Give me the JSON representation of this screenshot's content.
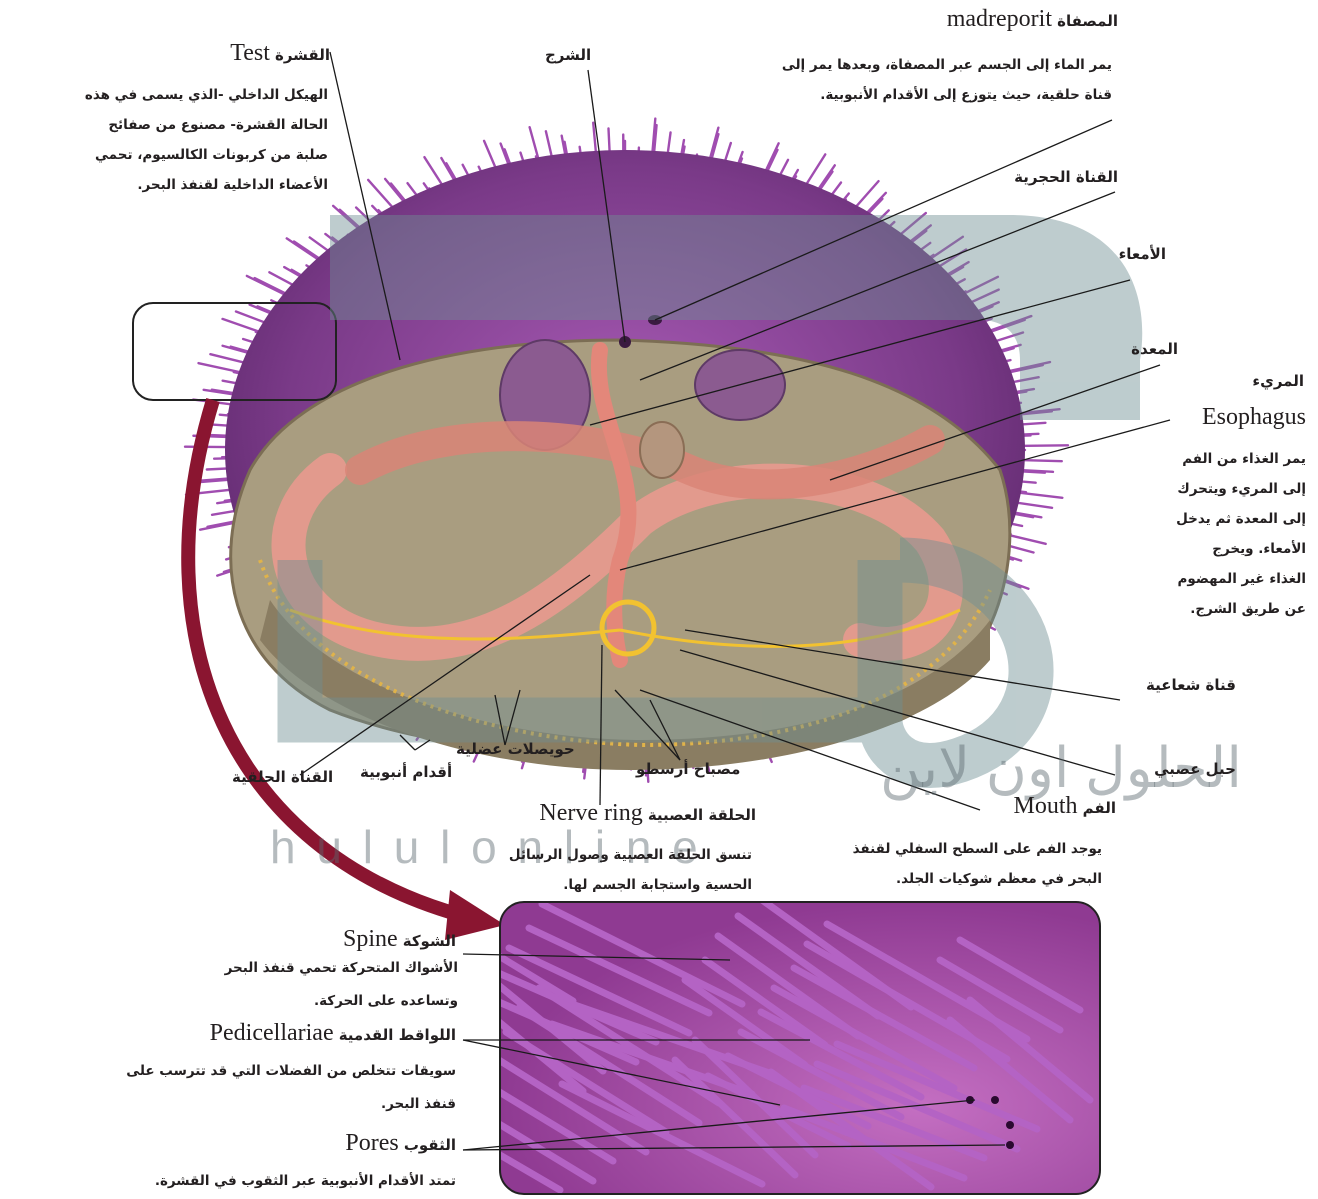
{
  "labels": {
    "madreporite": {
      "ar": "المصفاة",
      "en": "madreporit",
      "desc": [
        "يمر الماء إلى الجسم عبر المصفاة، وبعدها يمر إلى",
        "قناة حلقية، حيث يتوزع إلى الأقدام الأنبوبية."
      ]
    },
    "test": {
      "ar": "القشرة",
      "en": "Test",
      "desc": [
        "الهيكل الداخلي -الذي يسمى في هذه",
        "الحالة القشرة- مصنوع من صفائح",
        "صلبة من كربونات الكالسيوم، تحمي",
        "الأعضاء الداخلية لقنفذ البحر."
      ]
    },
    "anus": {
      "ar": "الشرج"
    },
    "stone_canal": {
      "ar": "القناة الحجرية"
    },
    "intestine": {
      "ar": "الأمعاء"
    },
    "stomach": {
      "ar": "المعدة"
    },
    "esophagus": {
      "ar": "المريء",
      "en": "Esophagus",
      "desc": [
        "يمر الغذاء من الفم",
        "إلى المريء ويتحرك",
        "إلى المعدة ثم يدخل",
        "الأمعاء. ويخرج",
        "الغذاء غير المهضوم",
        "عن طريق الشرج."
      ]
    },
    "radial_canal": {
      "ar": "قناة شعاعية"
    },
    "nerve_cord": {
      "ar": "حبل عصبي"
    },
    "mouth": {
      "ar": "الفم",
      "en": "Mouth",
      "desc": [
        "يوجد الفم على السطح السفلي لقنفذ",
        "البحر في معظم شوكيات الجلد."
      ]
    },
    "nerve_ring": {
      "ar": "الحلقة العصبية",
      "en": "Nerve ring",
      "desc": [
        "تنسق الحلقة العصبية وصول الرسائل",
        "الحسية واستجابة الجسم لها."
      ]
    },
    "lantern": {
      "ar": "مصباح أرسطو"
    },
    "ampullae": {
      "ar": "حويصلات عضلية"
    },
    "tube_feet": {
      "ar": "أقدام أنبوبية"
    },
    "ring_canal": {
      "ar": "القناة الحلقية"
    },
    "spine": {
      "ar": "الشوكة",
      "en": "Spine",
      "desc": [
        "الأشواك المتحركة تحمي قنفذ البحر",
        "وتساعده على الحركة."
      ]
    },
    "pedicellariae": {
      "ar": "اللواقط القدمية",
      "en": "Pedicellariae",
      "desc": [
        "سويقات تتخلص من الفضلات التي قد تترسب على",
        "قنفذ البحر."
      ]
    },
    "pores": {
      "ar": "الثقوب",
      "en": "Pores",
      "desc": [
        "تمتد الأقدام الأنبوبية عبر الثقوب في القشرة."
      ]
    }
  },
  "watermark": {
    "brand_ar": "الحلول اون لاين",
    "brand_en": "h u l u l o n l i n e"
  },
  "colors": {
    "spine": "#9b3fa8",
    "body": "#7e3d8c",
    "interior": "#a79a7c",
    "gut": "#e89a8e",
    "nerve": "#f2c230",
    "arrow": "#8a1530",
    "watermark": "#5e8a8c"
  }
}
